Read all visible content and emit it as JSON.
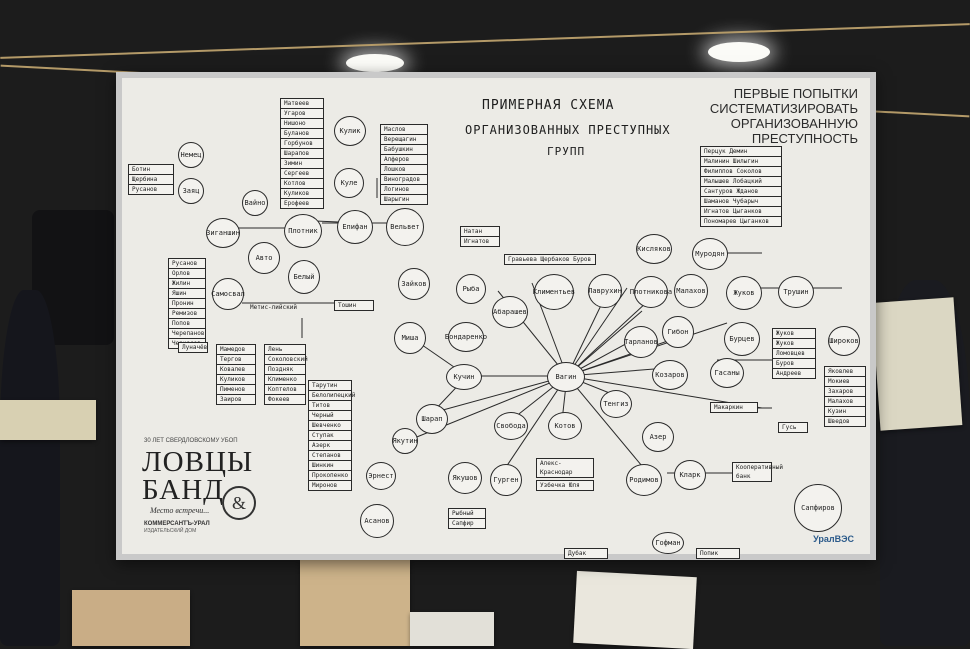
{
  "board": {
    "title_line1": "ПРИМЕРНАЯ СХЕМА",
    "title_line2": "ОРГАНИЗОВАННЫХ ПРЕСТУПНЫХ",
    "title_line3": "ГРУПП",
    "caption": [
      "ПЕРВЫЕ ПОПЫТКИ",
      "СИСТЕМАТИЗИРОВАТЬ",
      "ОРГАНИЗОВАННУЮ",
      "ПРЕСТУПНОСТЬ"
    ],
    "brand": "УралВЭС"
  },
  "exposition": {
    "top_line": "30 ЛЕТ СВЕРДЛОВСКОМУ УБОП",
    "name_line1": "ЛОВЦЫ",
    "name_line2": "БАНД",
    "subtitle": "Место встречи...",
    "publisher_line1": "КОММЕРСАНТЪ-УРАЛ",
    "publisher_line2": "ИЗДАТЕЛЬСКИЙ ДОМ"
  },
  "nodes": [
    {
      "name": "Вагин"
    },
    {
      "name": "Кучин"
    },
    {
      "name": "Котов"
    },
    {
      "name": "Плотник"
    },
    {
      "name": "Епифан"
    },
    {
      "name": "Вельвет"
    },
    {
      "name": "Кисляков"
    },
    {
      "name": "Муродян"
    },
    {
      "name": "Жуков"
    },
    {
      "name": "Трушин"
    },
    {
      "name": "Малахов"
    },
    {
      "name": "Бурцев"
    },
    {
      "name": "Гибон"
    },
    {
      "name": "Тарланов"
    },
    {
      "name": "Гасаны"
    },
    {
      "name": "Козаров"
    },
    {
      "name": "Тенгиз"
    },
    {
      "name": "Азер"
    },
    {
      "name": "Родимов"
    },
    {
      "name": "Кларк"
    },
    {
      "name": "Гофман"
    },
    {
      "name": "Свобода"
    },
    {
      "name": "Шарап"
    },
    {
      "name": "Якушов"
    },
    {
      "name": "Гурген"
    },
    {
      "name": "Миша"
    },
    {
      "name": "Зайков"
    },
    {
      "name": "Рыба"
    },
    {
      "name": "Абарашев"
    },
    {
      "name": "Климентьев"
    },
    {
      "name": "Лаврухин"
    },
    {
      "name": "Плотникова"
    },
    {
      "name": "Бондаренко"
    },
    {
      "name": "Самосвал"
    },
    {
      "name": "Авто"
    },
    {
      "name": "Белый"
    },
    {
      "name": "Зиганшин"
    },
    {
      "name": "Заяц"
    },
    {
      "name": "Немец"
    },
    {
      "name": "Вайно"
    },
    {
      "name": "Кулик"
    },
    {
      "name": "Куле"
    },
    {
      "name": "Широков"
    },
    {
      "name": "Эрнест"
    },
    {
      "name": "Асанов"
    },
    {
      "name": "Сапфиров"
    },
    {
      "name": "Якутин"
    }
  ],
  "lists": {
    "botin": [
      "Ботин",
      "Щербина",
      "Русанов"
    ],
    "center_top": [
      "Матвеев",
      "Угаров",
      "Нишоно",
      "Буланов",
      "Горбунов",
      "Шарапов",
      "Зимин",
      "Сергеев",
      "Котлов",
      "Куликов",
      "Ерофеев"
    ],
    "maslov": [
      "Маслов",
      "Верещагин",
      "Бабушкин",
      "Алферов",
      "Лошков",
      "Виноградов",
      "Логинов",
      "Шарыгин"
    ],
    "right_top": [
      "Перцук",
      "Демин",
      "Малинин",
      "Шилыгин",
      "Филиппов",
      "Соколов",
      "Малышев",
      "Лобацкий",
      "Сантуров",
      "Жданов",
      "Шаманов",
      "Чубарыч",
      "Игнатов",
      "Цыганков",
      "Пономарев",
      "Цыганков"
    ],
    "rusanov": [
      "Русанов",
      "Орлов",
      "Жилин",
      "Яшин",
      "Пронин",
      "Ремизов",
      "Попов",
      "Черепанов",
      "Черкасов"
    ],
    "mamedov": [
      "Мамедов",
      "Тергов",
      "Ковалев",
      "Куликов",
      "Пименов",
      "Заиров"
    ],
    "lyon": [
      "Лень",
      "Соколовский",
      "Поздняк",
      "Клименко",
      "Коптелов",
      "Фокеев"
    ],
    "tarutin": [
      "Тарутин",
      "Белолипецкий",
      "Титов",
      "Черный",
      "Шевченко",
      "Ступак",
      "Азерк",
      "Степанов",
      "Шинкин",
      "Прокопенко",
      "Миронов"
    ],
    "zhukov": [
      "Жуков",
      "Жуков",
      "Ломовцев",
      "Буров",
      "Андреев"
    ],
    "yakovlev": [
      "Яковлев",
      "Мокиев",
      "Захаров",
      "Малахов",
      "Кузин",
      "Шведов"
    ],
    "natan": [
      "Натан",
      "Игнатов"
    ],
    "plotnik_bottom": [
      "Рыбный",
      "Сапфир"
    ],
    "gusev": [
      "Гусь"
    ]
  },
  "labels": {
    "totoshka": "Тошин",
    "gravyd": "Гравьева",
    "shcherbakov": "Щербаков",
    "burov": "Буров",
    "klarks": "Кларк",
    "dubak": "Дубак",
    "popik": "Попик",
    "kompania": "Кооперативный банк",
    "alex_krasnodar": "Алекс-Краснодар",
    "uzhenki": "Узбечка Юля",
    "makarkin": "Макаркин",
    "lukhachev": "Луначёв",
    "metis": "Метис-лийский"
  }
}
